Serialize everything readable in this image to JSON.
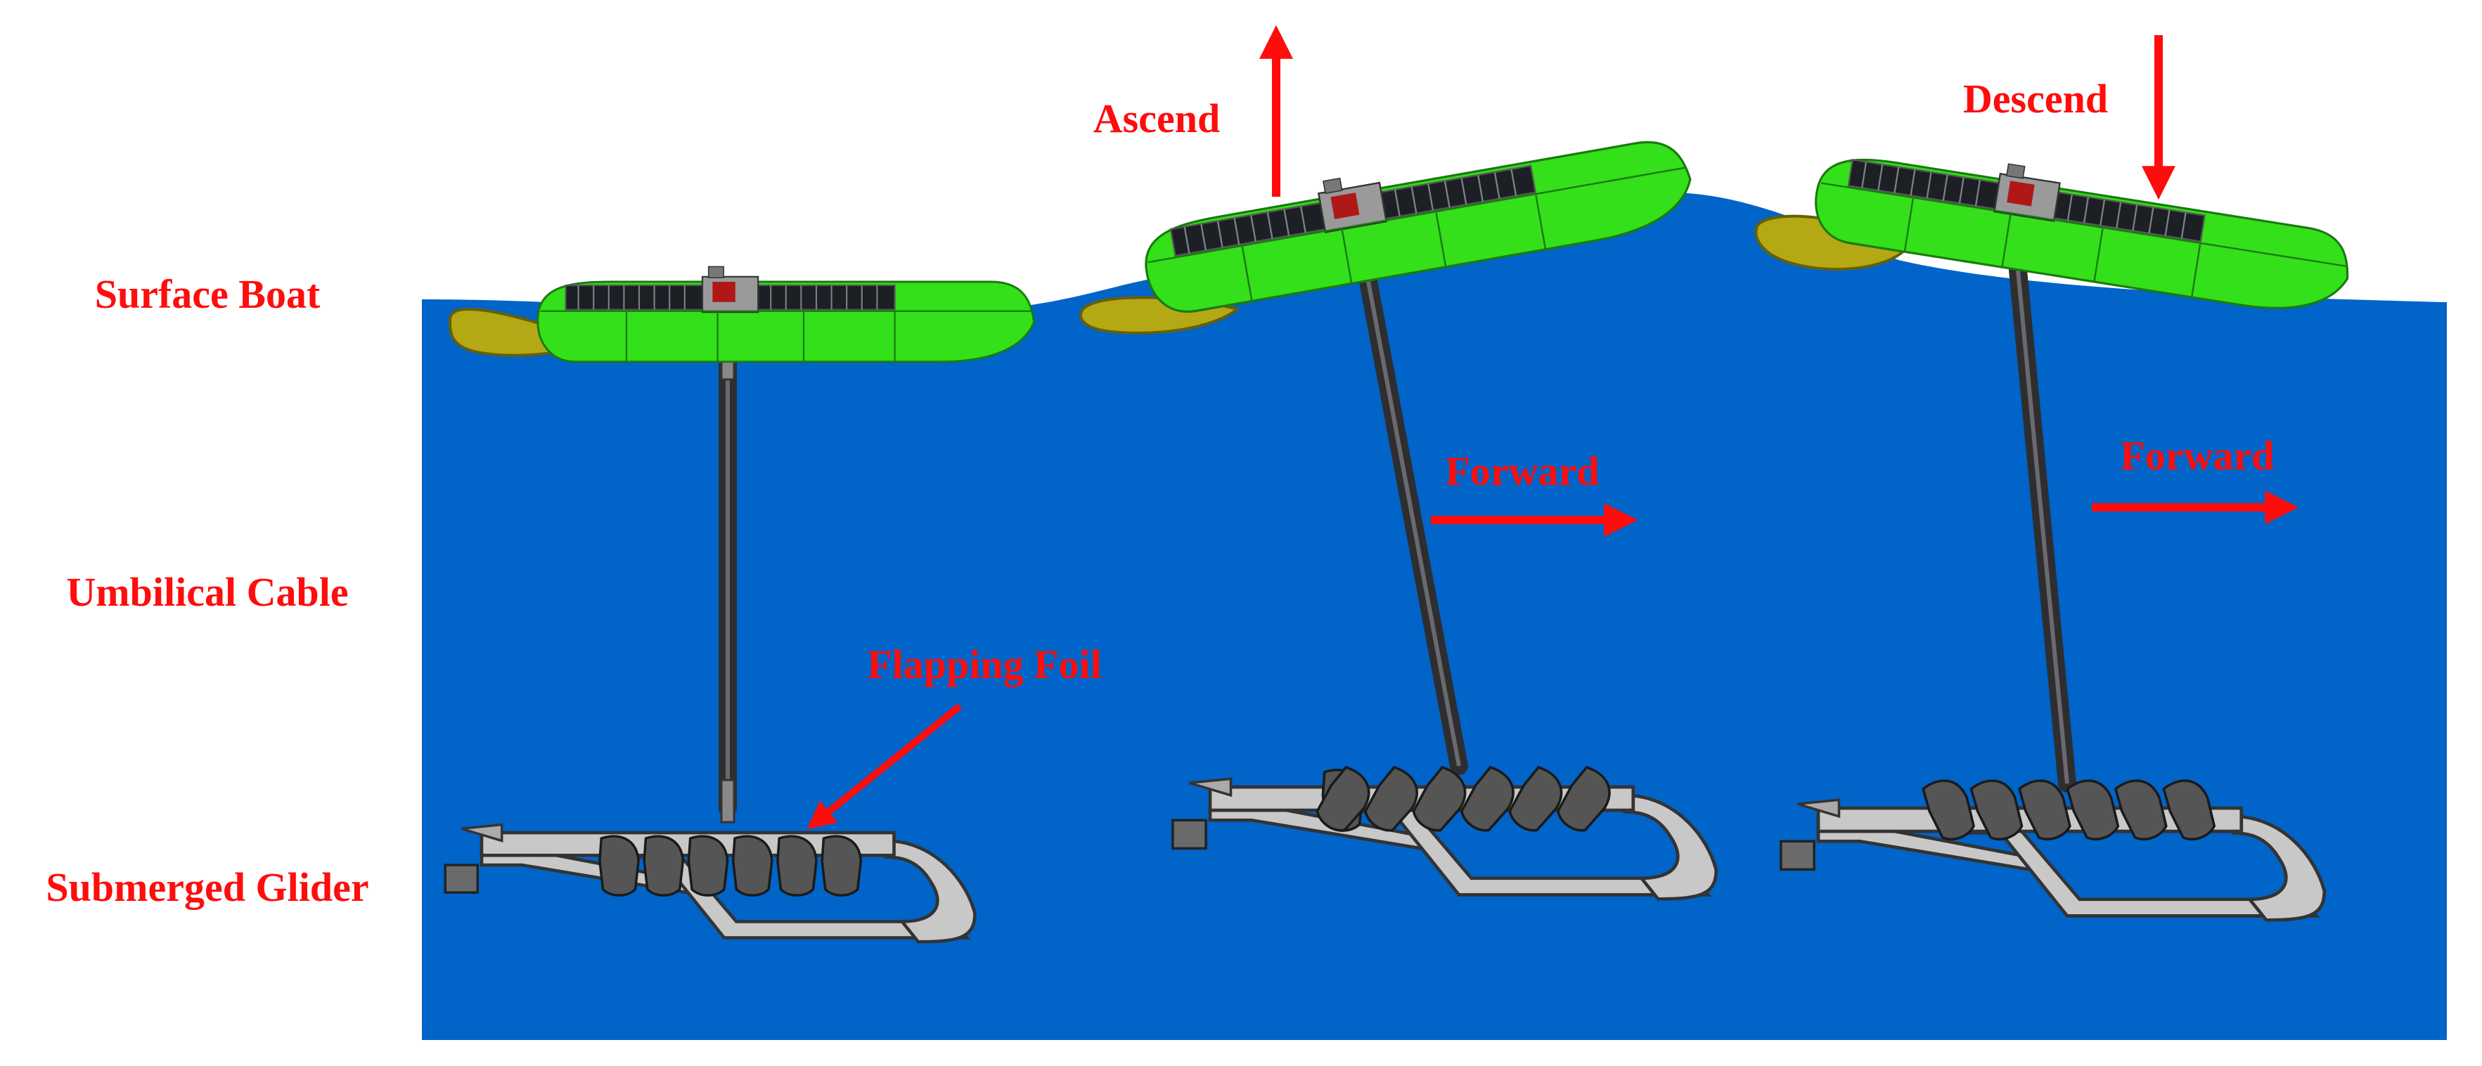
{
  "row_labels": {
    "surface_boat": "Surface Boat",
    "umbilical_cable": "Umbilical Cable",
    "submerged_glider": "Submerged Glider"
  },
  "annotations": {
    "flapping_foil": "Flapping Foil",
    "ascend": "Ascend",
    "descend": "Descend",
    "forward_1": "Forward",
    "forward_2": "Forward"
  },
  "colors": {
    "label_red": "#ff0d0d",
    "water": "#0064c8",
    "boat_hull": "#33e01a",
    "fin": "#b4a814",
    "cable": "#2e2e30",
    "glider_frame": "#c8c8c8",
    "foil": "#555555"
  },
  "icons": [
    "arrow-up-icon",
    "arrow-down-icon",
    "arrow-right-icon",
    "pointer-arrow-icon"
  ]
}
